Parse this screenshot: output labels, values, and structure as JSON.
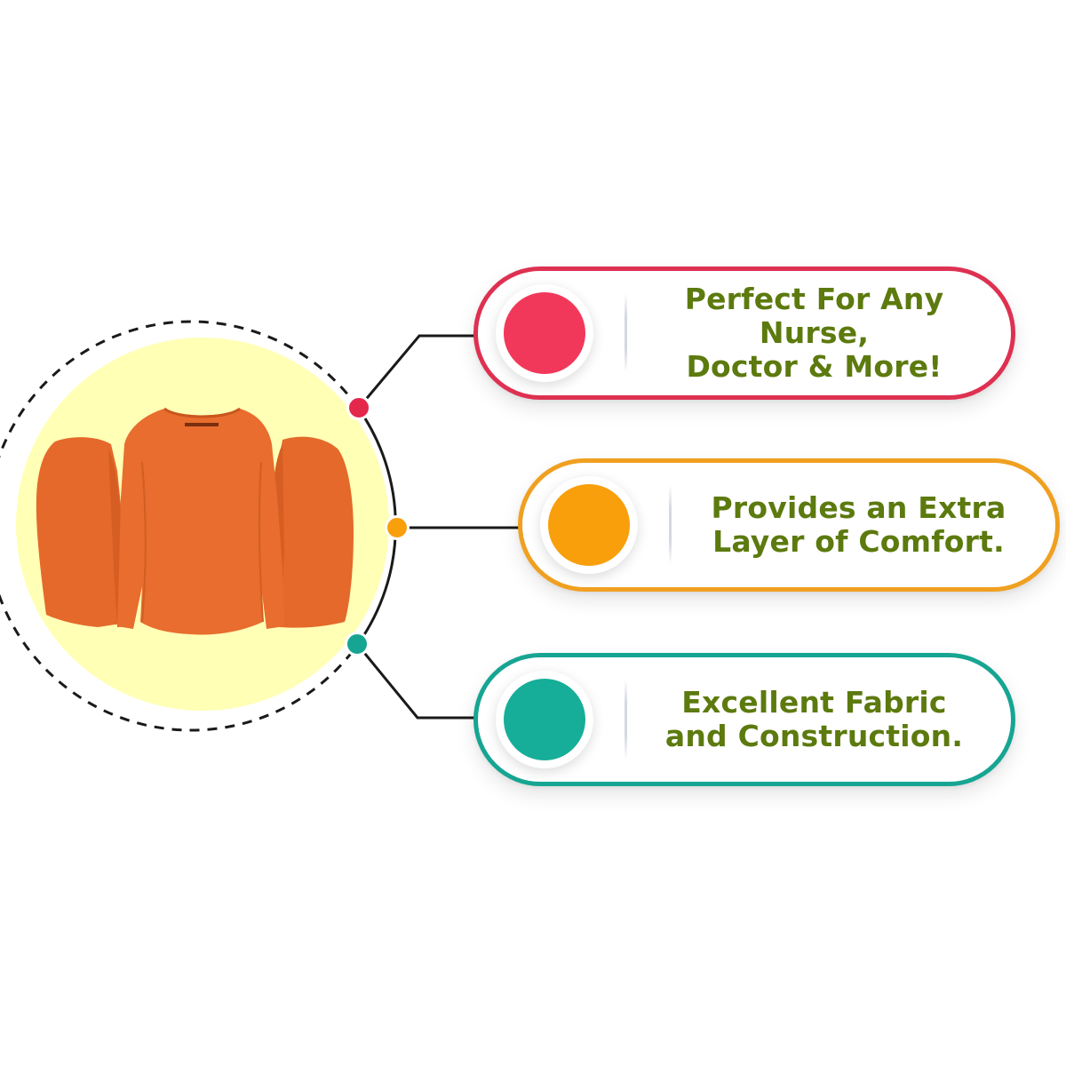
{
  "features": [
    {
      "line1": "Perfect For Any Nurse,",
      "line2": "Doctor & More!",
      "color": "#de3151",
      "dot_color": "#f2385a"
    },
    {
      "line1": "Provides an Extra",
      "line2": "Layer of Comfort.",
      "color": "#f0a020",
      "dot_color": "#f99f0b"
    },
    {
      "line1": "Excellent Fabric",
      "line2": "and Construction.",
      "color": "#16a592",
      "dot_color": "#16ae98"
    }
  ],
  "text_color": "#5c7a0e",
  "product": {
    "image": "orange-long-sleeve-shirt",
    "shirt_color": "#e5692b",
    "backdrop_color": "#ffffb6"
  }
}
